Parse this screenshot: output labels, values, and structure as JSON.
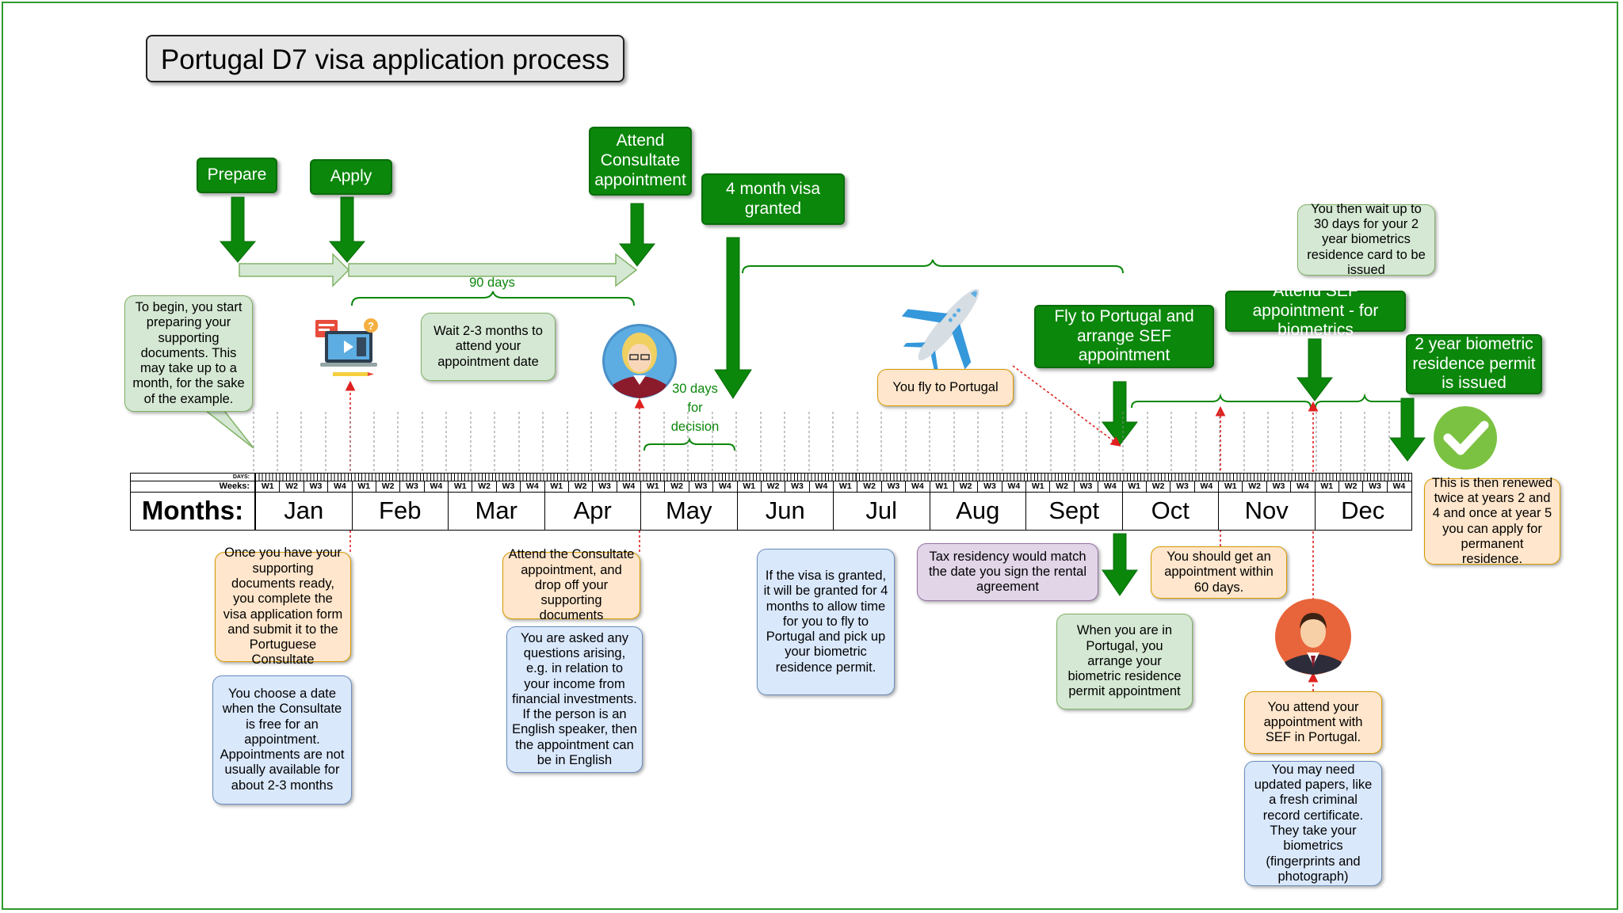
{
  "title": "Portugal D7 visa application process",
  "milestones": {
    "prepare": "Prepare",
    "apply": "Apply",
    "attend_consulate": "Attend Consultate appointment",
    "visa_granted": "4 month visa granted",
    "fly_to_portugal": "Fly to Portugal and arrange SEF appointment",
    "attend_sef": "Attend SEF appointment - for biometrics",
    "permit_issued": "2 year biometric residence permit is issued"
  },
  "labels": {
    "ninety_days": "90 days",
    "thirty_days": "30 days for decision"
  },
  "notes": {
    "to_begin": "To begin, you start preparing your supporting documents. This may take up to a month, for the sake of the example.",
    "wait_2_3": "Wait 2-3 months to attend your appointment date",
    "fly_note": "You fly to Portugal",
    "wait_30": "You then wait up to 30 days for your 2 year biometrics residence card to be issued",
    "complete_form": "Once you have your supporting documents ready, you complete the visa application form and submit it to the Portuguese Consultate",
    "choose_date": "You choose a date when the Consultate is free for an appointment. Appointments are not usually available for about 2-3 months",
    "attend_drop": "Attend the Consultate appointment, and drop off your supporting documents",
    "questions": "You are asked any questions arising, e.g. in relation to your income from financial investments. If the person is an English speaker, then the appointment can be in English",
    "if_granted": "If the visa is granted, it will be granted for 4 months to allow time for you to fly to Portugal and pick up your biometric residence permit.",
    "tax_residency": "Tax residency would match the date you sign the rental agreement",
    "arrange_sef": "When you are in Portugal, you arrange your biometric residence permit appointment",
    "within_60": "You should get an appointment within 60 days.",
    "attend_sef_note": "You attend your appointment with SEF in Portugal.",
    "updated_papers": "You may need updated papers, like a fresh criminal record certificate. They take your biometrics (fingerprints and photograph)",
    "renewed": "This is then renewed twice at years 2 and 4 and once at year 5 you can apply for permanent residence."
  },
  "timeline": {
    "days_header": "DAYS:",
    "weeks_header": "Weeks:",
    "months_header": "Months:",
    "week_labels": [
      "W1",
      "W2",
      "W3",
      "W4"
    ],
    "months": [
      "Jan",
      "Feb",
      "Mar",
      "Apr",
      "May",
      "Jun",
      "Jul",
      "Aug",
      "Sept",
      "Oct",
      "Nov",
      "Dec"
    ]
  },
  "icons": {
    "computer": "computer-form-icon",
    "consultant": "consultant-woman-icon",
    "airplane": "airplane-icon",
    "sef_officer": "officer-man-icon",
    "checkmark": "checkmark-icon"
  },
  "colors": {
    "milestone": "#0b870b",
    "frame": "#2e9a2e",
    "connector": "#e02020"
  }
}
